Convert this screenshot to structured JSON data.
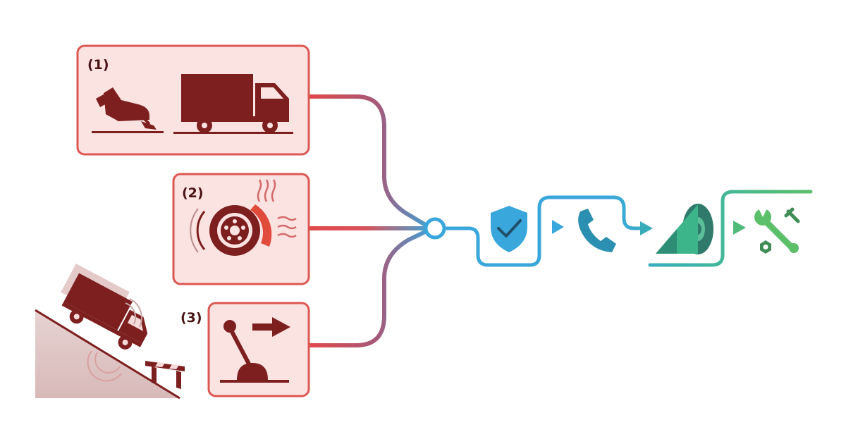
{
  "steps": [
    {
      "label": "(1)",
      "icons": [
        "foot-on-brake-pedal-icon",
        "truck-icon"
      ]
    },
    {
      "label": "(2)",
      "icons": [
        "overheated-brake-disc-icon"
      ]
    },
    {
      "label": "(3)",
      "icons": [
        "gear-lever-icon",
        "right-arrow-icon"
      ]
    }
  ],
  "scene_icons": [
    "truck-on-downhill-slope-icon",
    "runaway-ramp-barrier-icon"
  ],
  "outcomes": [
    "shield-check-icon",
    "phone-icon",
    "wheel-chock-icon",
    "wrench-and-nut-icon"
  ],
  "colors": {
    "panel_fill": "#fbe3e2",
    "panel_border": "#dc5752",
    "icon_dark": "#7d1f1f",
    "red_path": "#e0484a",
    "blue_path": "#3aa7dc",
    "teal_path": "#3db5a5",
    "green_path": "#5cbf6a"
  }
}
